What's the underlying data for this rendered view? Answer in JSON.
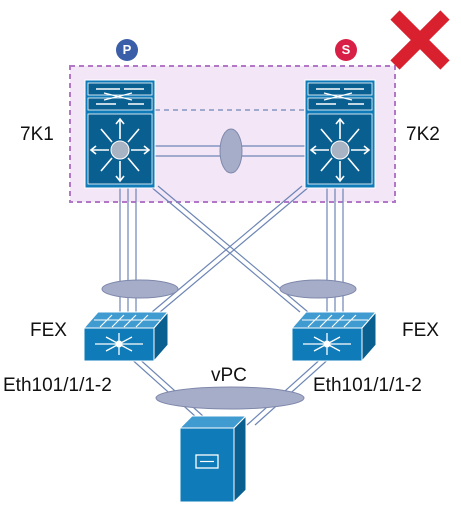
{
  "switches": {
    "primary": {
      "name": "7K1",
      "role_badge": "P",
      "badge_color": "#3a5fa8"
    },
    "secondary": {
      "name": "7K2",
      "role_badge": "S",
      "badge_color": "#d81f45"
    }
  },
  "fex": {
    "left_label": "FEX",
    "right_label": "FEX"
  },
  "ports": {
    "left": "Eth101/1/1-2",
    "right": "Eth101/1/1-2"
  },
  "vpc_label": "vPC",
  "failure_marker": {
    "icon": "red-x-icon",
    "color": "#d8202f"
  },
  "colors": {
    "device_fill": "#0f7bb8",
    "device_dark": "#0a5f91",
    "link_line": "#6e86b6",
    "portchannel_fill": "#a6adc9",
    "vpc_domain_border": "#b278c7",
    "vpc_domain_fill": "#f3e6f6"
  }
}
